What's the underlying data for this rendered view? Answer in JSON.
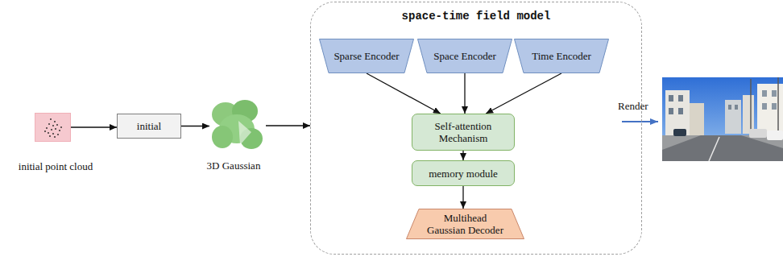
{
  "diagram": {
    "nodes": [
      {
        "text": [
          "initial point cloud"
        ]
      },
      {
        "text": [
          "initial"
        ]
      },
      {
        "text": [
          "3D Gaussian"
        ]
      },
      {
        "text": [
          "space-time field model"
        ]
      },
      {
        "text": [
          "Sparse Encoder"
        ],
        "in": 3
      },
      {
        "text": [
          "Space Encoder"
        ],
        "in": 3
      },
      {
        "text": [
          "Time Encoder"
        ],
        "in": 3
      },
      {
        "text": [
          "Self-attention Mechanism"
        ],
        "in": 3
      },
      {
        "text": [
          "memory module"
        ],
        "in": 3
      },
      {
        "text": [
          "Multihead Gaussian Decoder"
        ],
        "in": 3
      }
    ],
    "edges": [
      {
        "from": 0,
        "to": 1,
        "arrow": "to"
      },
      {
        "from": 1,
        "to": 2,
        "arrow": "to"
      },
      {
        "from": 2,
        "to": 3,
        "arrow": "to"
      },
      {
        "from": 4,
        "to": 7,
        "arrow": "to"
      },
      {
        "from": 5,
        "to": 7,
        "arrow": "to"
      },
      {
        "from": 6,
        "to": 7,
        "arrow": "to"
      },
      {
        "from": 7,
        "to": 8,
        "arrow": "to"
      },
      {
        "from": 8,
        "to": 9,
        "arrow": "to"
      }
    ],
    "labels": [
      "Render"
    ]
  }
}
